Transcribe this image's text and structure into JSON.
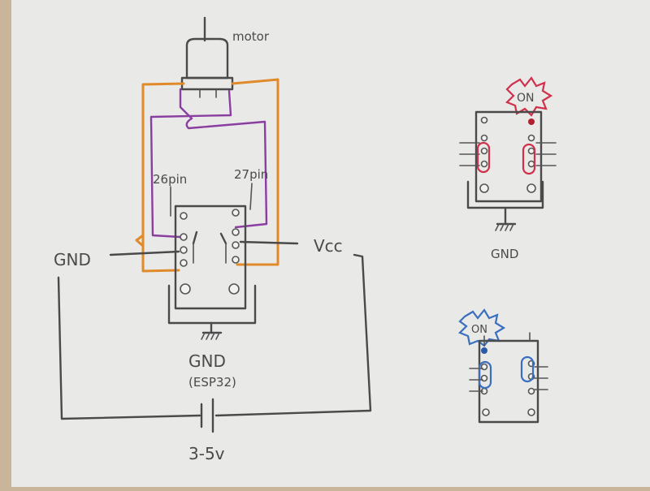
{
  "main_diagram": {
    "motor_label": "motor",
    "pin26_label": "26pin",
    "pin27_label": "27pin",
    "gnd_left_label": "GND",
    "vcc_label": "Vcc",
    "gnd_esp_label": "GND",
    "esp_label": "(ESP32)",
    "battery_label": "3-5v"
  },
  "right_top_diagram": {
    "badge_label": "ON",
    "gnd_label": "GND",
    "badge_color": "#d0304a",
    "highlight_color": "#d0304a"
  },
  "right_bottom_diagram": {
    "badge_label": "ON",
    "badge_color": "#3a6fc0",
    "highlight_color": "#3a6fc0"
  },
  "colors": {
    "paper": "#eaeaea",
    "ink": "#4a4a4a",
    "orange_wire": "#e08a2a",
    "purple_wire": "#8a3ea0"
  }
}
